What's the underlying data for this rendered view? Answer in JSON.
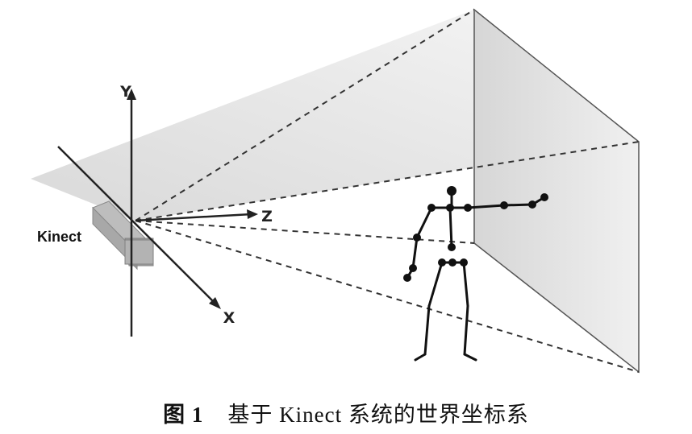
{
  "figure": {
    "axes": {
      "x_label": "X",
      "y_label": "Y",
      "z_label": "Z"
    },
    "device_label": "Kinect",
    "caption": {
      "label": "图 1",
      "text": "基于 Kinect 系统的世界坐标系"
    }
  }
}
